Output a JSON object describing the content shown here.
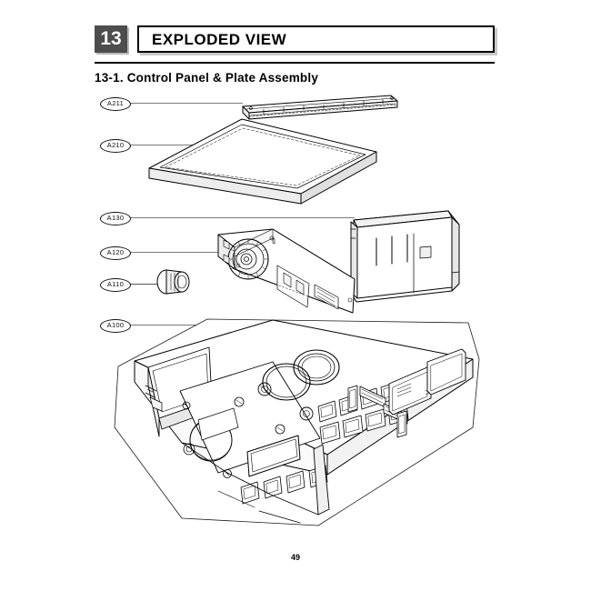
{
  "header": {
    "chapter_number": "13",
    "title": "EXPLODED VIEW",
    "subtitle": "13-1. Control Panel & Plate Assembly"
  },
  "callouts": [
    {
      "id": "A211",
      "label": "A211",
      "part": "top-trim-rail"
    },
    {
      "id": "A210",
      "label": "A210",
      "part": "top-plate"
    },
    {
      "id": "A130",
      "label": "A130",
      "part": "rear-cover-bracket"
    },
    {
      "id": "A120",
      "label": "A120",
      "part": "pcb-assembly"
    },
    {
      "id": "A110",
      "label": "A110",
      "part": "control-knob"
    },
    {
      "id": "A100",
      "label": "A100",
      "part": "control-panel-assembly"
    }
  ],
  "footer": {
    "page_number": "49"
  },
  "colors": {
    "badge_background": "#4d4d4d",
    "badge_text": "#ffffff",
    "line": "#000000",
    "leader_line": "#7a7a7a",
    "page_background": "#ffffff"
  }
}
